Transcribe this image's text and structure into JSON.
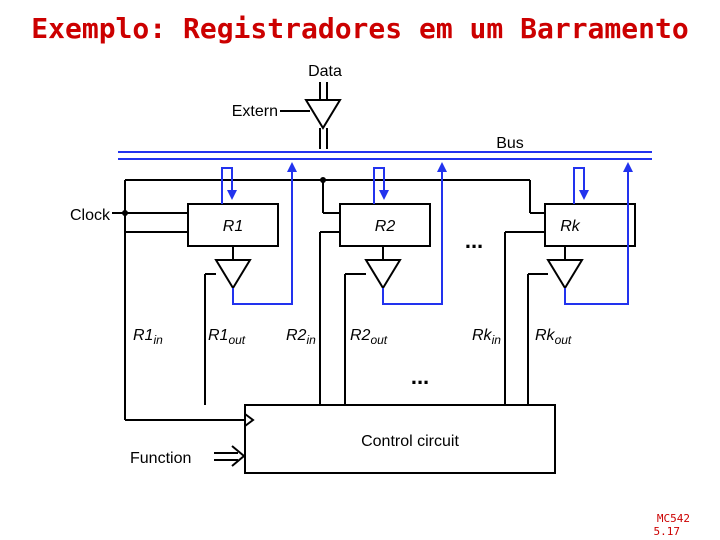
{
  "title": "Exemplo: Registradores em um Barramento",
  "labels": {
    "data": "Data",
    "extern": "Extern",
    "bus": "Bus",
    "clock": "Clock",
    "function": "Function",
    "control_circuit": "Control circuit",
    "ellipsis": "..."
  },
  "registers": [
    {
      "name": "R1"
    },
    {
      "name": "R2"
    },
    {
      "name": "Rk"
    }
  ],
  "signals": {
    "r1_in": {
      "base": "R1",
      "sub": "in"
    },
    "r1_out": {
      "base": "R1",
      "sub": "out"
    },
    "r2_in": {
      "base": "R2",
      "sub": "in"
    },
    "r2_out": {
      "base": "R2",
      "sub": "out"
    },
    "rk_in": {
      "base": "Rk",
      "sub": "in"
    },
    "rk_out": {
      "base": "Rk",
      "sub": "out"
    }
  },
  "footer": {
    "course": "MC542",
    "page": "5.17"
  },
  "colors": {
    "title": "#cc0000",
    "bus": "#2233ee",
    "wire": "#000000"
  }
}
